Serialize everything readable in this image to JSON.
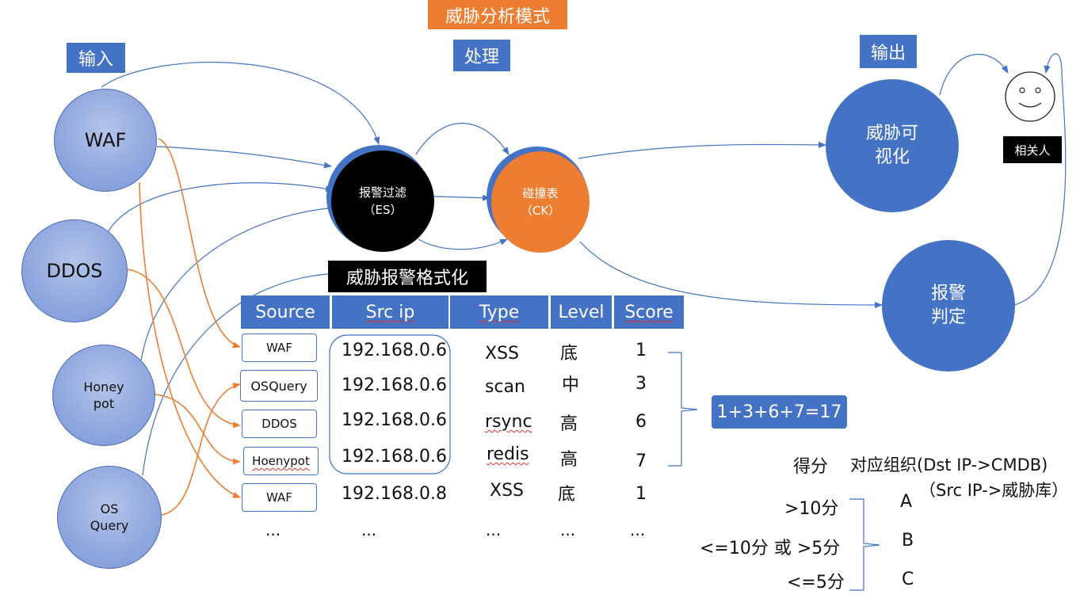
{
  "header": {
    "mode_title": "威胁分析模式",
    "input_label": "输入",
    "process_label": "处理",
    "output_label": "输出"
  },
  "sources": {
    "waf": "WAF",
    "ddos": "DDOS",
    "honeypot": "Honey\npot",
    "osquery": "OS\nQuery"
  },
  "process": {
    "filter": "报警过滤\n（ES）",
    "collision": "碰撞表\n（CK）"
  },
  "outputs": {
    "visualize": "威胁可\n视化",
    "alarm": "报警\n判定",
    "person": "相关人"
  },
  "format_title": "威胁报警格式化",
  "table": {
    "headers": [
      "Source",
      "Src ip",
      "Type",
      "Level",
      "Score"
    ],
    "rows": [
      {
        "source": "WAF",
        "ip": "192.168.0.6",
        "type": "XSS",
        "level": "底",
        "score": "1"
      },
      {
        "source": "OSQuery",
        "ip": "192.168.0.6",
        "type": "scan",
        "level": "中",
        "score": "3"
      },
      {
        "source": "DDOS",
        "ip": "192.168.0.6",
        "type": "rsync",
        "level": "高",
        "score": "6"
      },
      {
        "source": "Hoenypot",
        "ip": "192.168.0.6",
        "type": "redis",
        "level": "高",
        "score": "7"
      },
      {
        "source": "WAF",
        "ip": "192.168.0.8",
        "type": "XSS",
        "level": "底",
        "score": "1"
      },
      {
        "source": "",
        "ip": "...",
        "type": "...",
        "level": "...",
        "score": "..."
      }
    ],
    "first_col_ellipsis": "..."
  },
  "sum_label": "1+3+6+7=17",
  "scoring": {
    "score_header": "得分",
    "org_header": "对应组织(Dst IP->CMDB)",
    "org_sub": "（Src IP->威胁库）",
    "tiers": [
      {
        "range": ">10分",
        "org": "A"
      },
      {
        "range": "<=10分 或 >5分",
        "org": "B"
      },
      {
        "range": "<=5分",
        "org": "C"
      }
    ]
  },
  "colors": {
    "blue": "#4472c4",
    "orange": "#ed7d31",
    "black": "#000000",
    "source_fill": "#8fa7de"
  }
}
